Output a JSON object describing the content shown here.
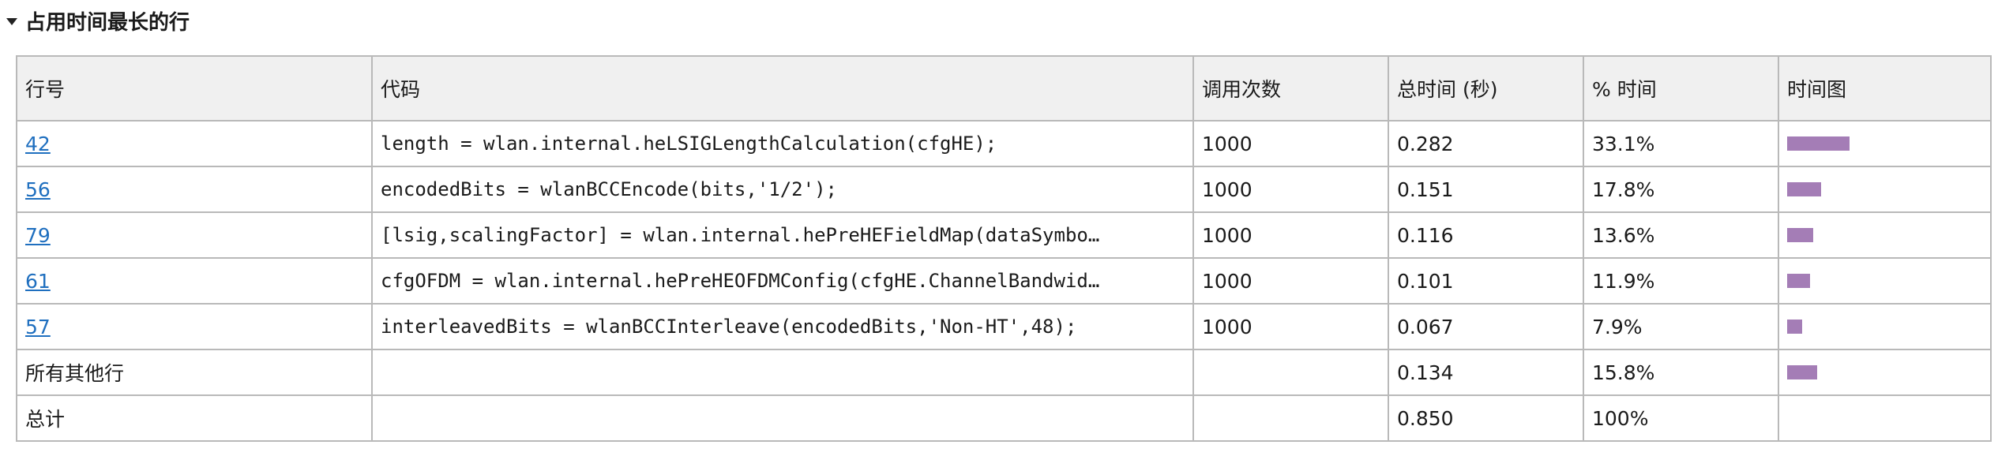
{
  "section": {
    "title": "占用时间最长的行"
  },
  "table": {
    "headers": {
      "line": "行号",
      "code": "代码",
      "calls": "调用次数",
      "total_time": "总时间 (秒)",
      "percent_time": "% 时间",
      "time_plot": "时间图"
    },
    "rows": [
      {
        "line": "42",
        "code": "length = wlan.internal.heLSIGLengthCalculation(cfgHE);",
        "calls": "1000",
        "total_time": "0.282",
        "percent_time": "33.1%",
        "fraction": 0.331
      },
      {
        "line": "56",
        "code": "encodedBits = wlanBCCEncode(bits,'1/2');",
        "calls": "1000",
        "total_time": "0.151",
        "percent_time": "17.8%",
        "fraction": 0.178
      },
      {
        "line": "79",
        "code": "[lsig,scalingFactor] = wlan.internal.hePreHEFieldMap(dataSymbo…",
        "calls": "1000",
        "total_time": "0.116",
        "percent_time": "13.6%",
        "fraction": 0.136
      },
      {
        "line": "61",
        "code": "cfgOFDM = wlan.internal.hePreHEOFDMConfig(cfgHE.ChannelBandwid…",
        "calls": "1000",
        "total_time": "0.101",
        "percent_time": "11.9%",
        "fraction": 0.119
      },
      {
        "line": "57",
        "code": "interleavedBits = wlanBCCInterleave(encodedBits,'Non-HT',48);",
        "calls": "1000",
        "total_time": "0.067",
        "percent_time": "7.9%",
        "fraction": 0.079
      }
    ],
    "other": {
      "label": "所有其他行",
      "total_time": "0.134",
      "percent_time": "15.8%",
      "fraction": 0.158
    },
    "total": {
      "label": "总计",
      "total_time": "0.850",
      "percent_time": "100%"
    }
  },
  "colors": {
    "bar": "#a47db6",
    "link": "#1f6fbf",
    "header_bg": "#f0f0f0",
    "border": "#b9b9b9"
  }
}
